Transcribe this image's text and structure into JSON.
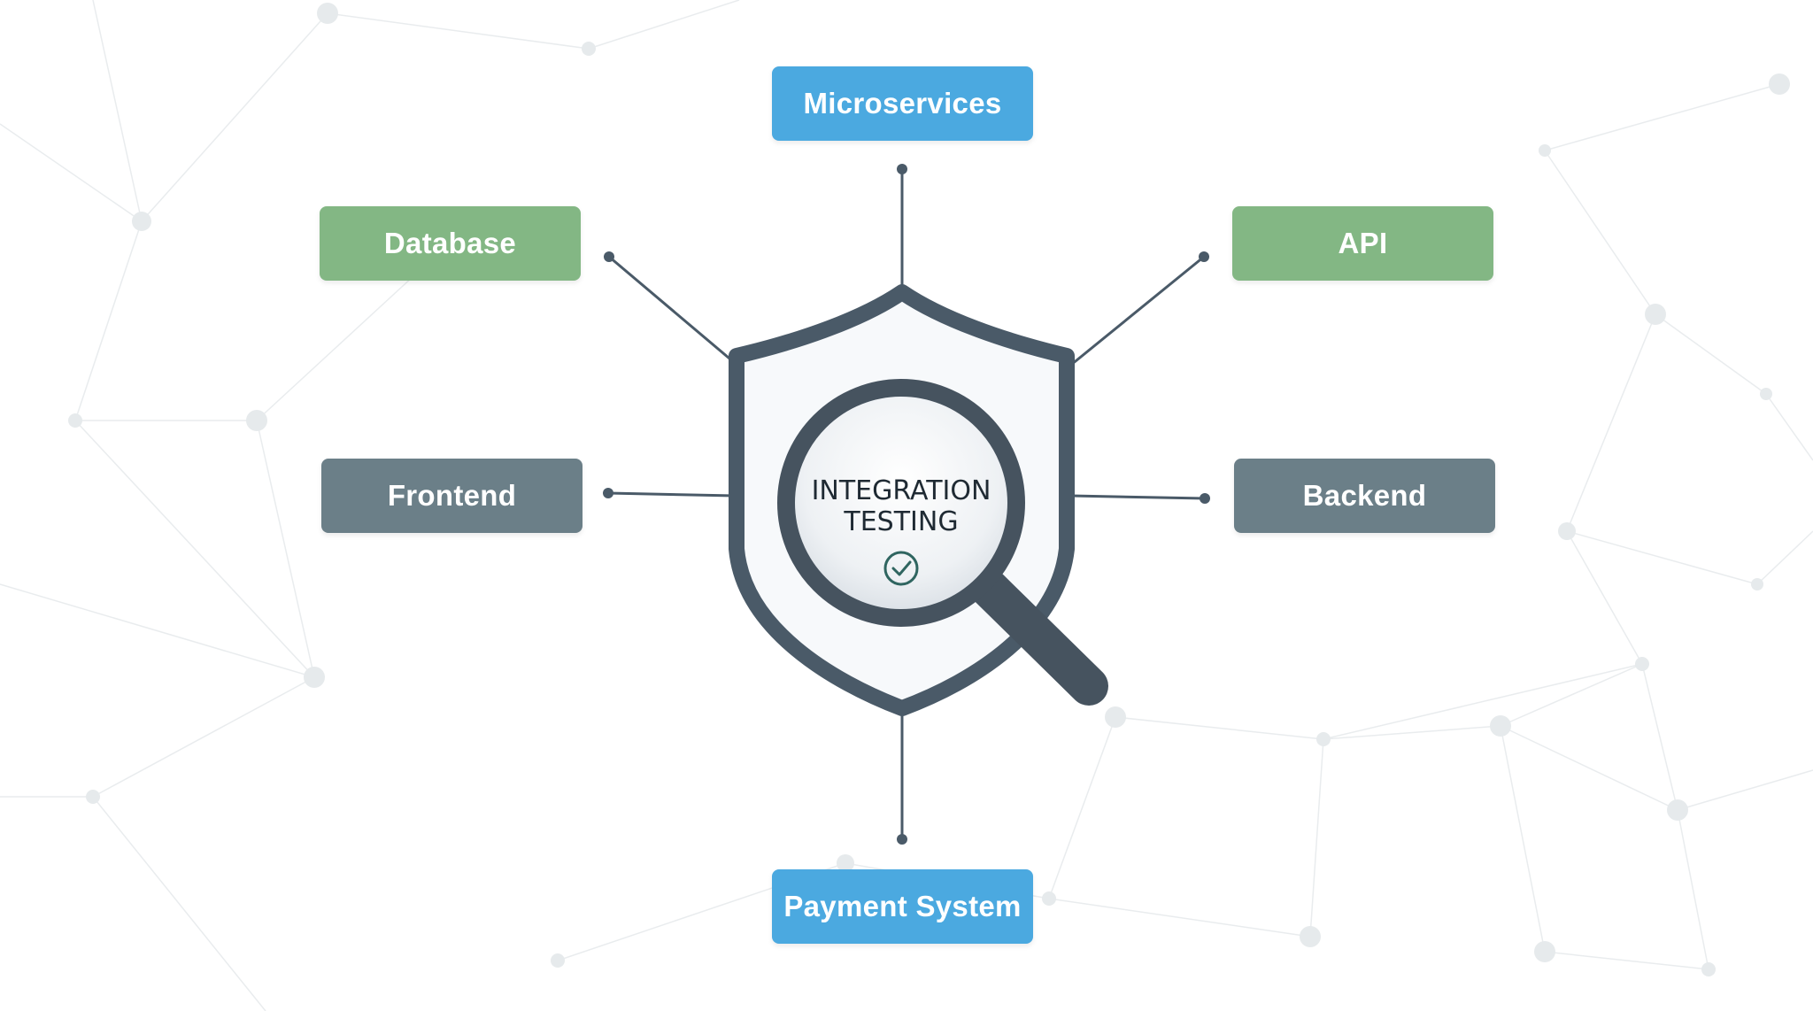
{
  "center": {
    "title_line1": "INTEGRATION",
    "title_line2": "TESTING",
    "icon": "check-circle-icon",
    "emblem_icons": [
      "shield-icon",
      "magnifying-glass-icon"
    ]
  },
  "nodes": {
    "microservices": {
      "label": "Microservices",
      "color": "#4BA9E0"
    },
    "database": {
      "label": "Database",
      "color": "#83B784"
    },
    "api": {
      "label": "API",
      "color": "#83B784"
    },
    "frontend": {
      "label": "Frontend",
      "color": "#6B7F88"
    },
    "backend": {
      "label": "Backend",
      "color": "#6B7F88"
    },
    "payment_system": {
      "label": "Payment System",
      "color": "#4BA9E0"
    }
  },
  "colors": {
    "connector": "#4a5a68",
    "shield_border": "#4a5a68",
    "shield_fill": "#f7f9fb",
    "background": "#ffffff"
  }
}
